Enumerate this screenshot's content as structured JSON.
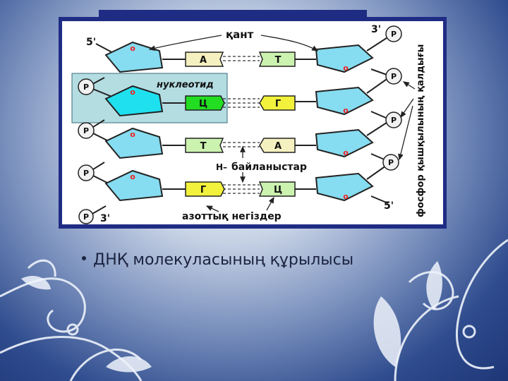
{
  "labels": {
    "sugar": "қант",
    "nucleotide": "нуклеотид",
    "h_bond_prefix": "H–",
    "h_bond": "байланыстар",
    "bases": "азоттық негіздер",
    "phosphate_residue": "фосфор қышқылының қалдығы",
    "end_5_top": "5'",
    "end_3_top": "3'",
    "end_3_bottom": "3'",
    "end_5_bottom": "5'",
    "phosphate": "P",
    "oxygen": "o"
  },
  "base_pairs": [
    {
      "left": "А",
      "right": "Т"
    },
    {
      "left": "Ц",
      "right": "Г"
    },
    {
      "left": "Т",
      "right": "А"
    },
    {
      "left": "Г",
      "right": "Ц"
    }
  ],
  "caption": "ДНҚ молекуласының құрылысы",
  "colors": {
    "frame": "#1f2c84",
    "sugar": "#86dcf0",
    "sugar_highlight": "#1fe0ef",
    "base_A": "#f5f0bf",
    "base_T": "#ccf2b0",
    "base_C": "#22dd22",
    "base_G": "#f2f23c",
    "oxygen": "#ee2222"
  }
}
